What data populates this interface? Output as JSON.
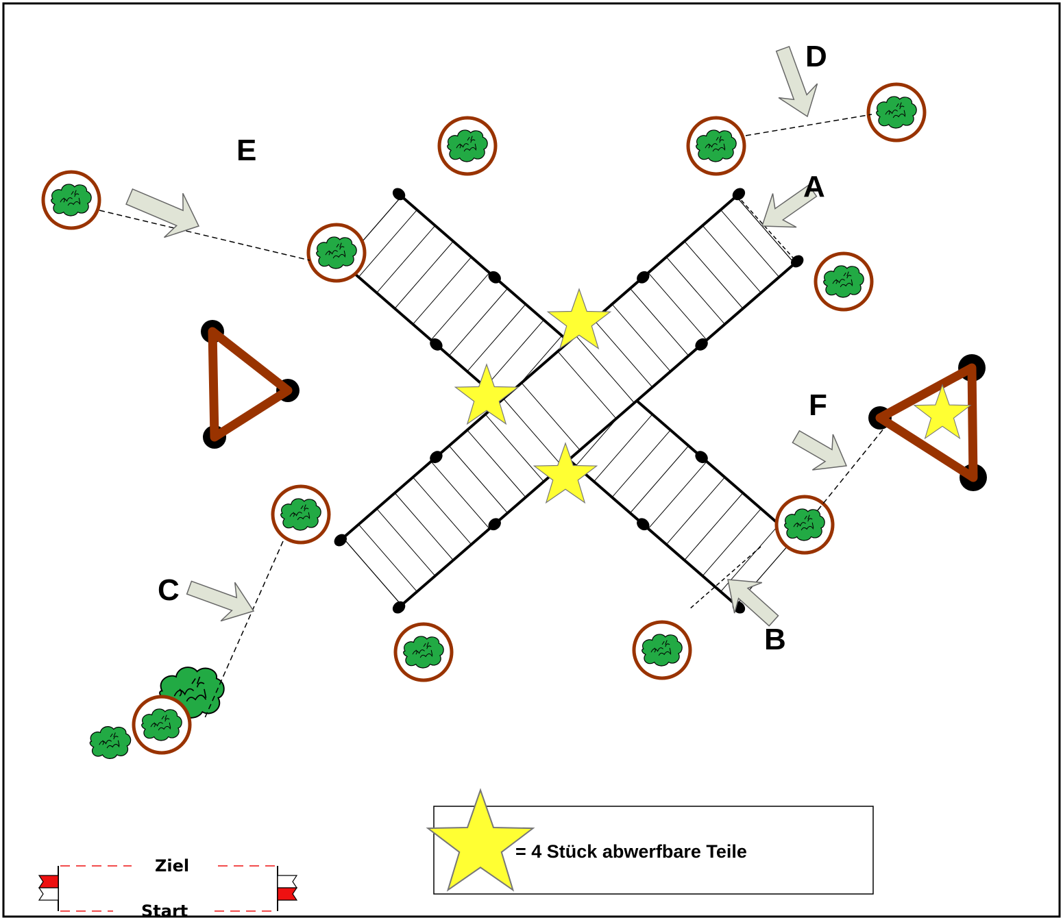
{
  "obstacle_labels": {
    "a": "A",
    "b": "B",
    "c": "C",
    "d": "D",
    "e": "E",
    "f": "F"
  },
  "legend": {
    "text": "= 4 Stück abwerfbare Teile",
    "star_color": "#ffff33"
  },
  "start_finish": {
    "finish_label": "Ziel",
    "start_label": "Start"
  },
  "colors": {
    "ring": "#993300",
    "bush": "#22aa44",
    "arrow_fill": "#e0e4d6",
    "flag_red": "#ee1111"
  }
}
